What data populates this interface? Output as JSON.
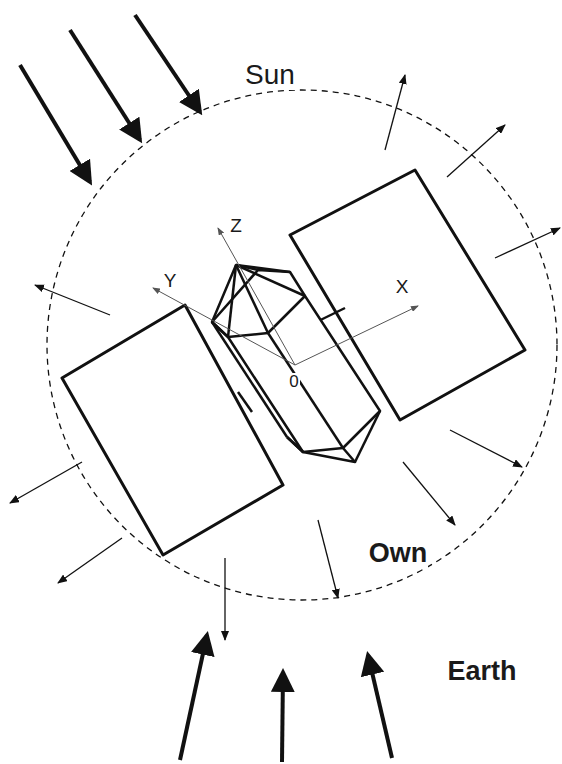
{
  "diagram": {
    "labels": [
      "Sun",
      "Z",
      "Y",
      "X",
      "0",
      "Own",
      "Earth"
    ]
  }
}
